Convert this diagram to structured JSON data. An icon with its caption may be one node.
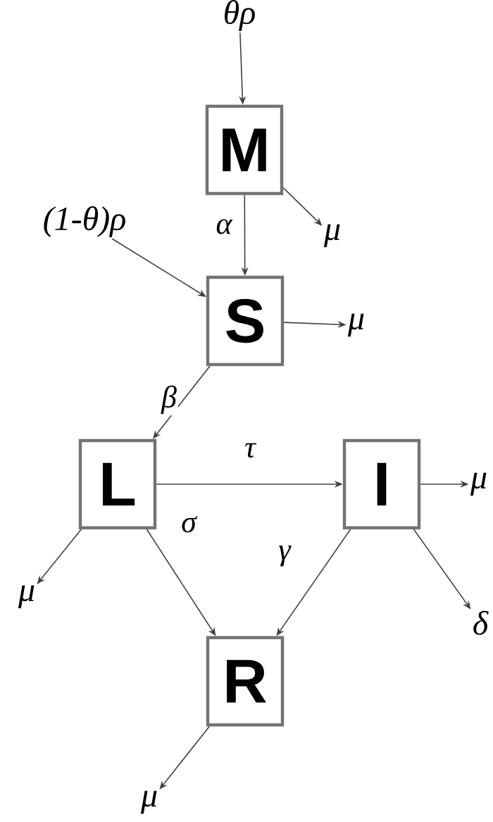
{
  "diagram": {
    "nodes": [
      {
        "text": [
          "θρ"
        ]
      },
      {
        "text": [
          "M"
        ]
      },
      {
        "text": [
          "(1-θ)ρ"
        ]
      },
      {
        "text": [
          "μ"
        ]
      },
      {
        "text": [
          "S"
        ]
      },
      {
        "text": [
          "μ"
        ]
      },
      {
        "text": [
          "L"
        ]
      },
      {
        "text": [
          "I"
        ]
      },
      {
        "text": [
          "μ"
        ]
      },
      {
        "text": [
          "μ"
        ]
      },
      {
        "text": [
          "R"
        ]
      },
      {
        "text": [
          "δ"
        ]
      },
      {
        "text": [
          "μ"
        ]
      }
    ],
    "edges": [
      {
        "from": 0,
        "to": 1,
        "arrow": "to"
      },
      {
        "from": 1,
        "to": 4,
        "arrow": "to",
        "label": "α"
      },
      {
        "from": 2,
        "to": 4,
        "arrow": "to"
      },
      {
        "from": 1,
        "to": 3,
        "arrow": "to"
      },
      {
        "from": 4,
        "to": 5,
        "arrow": "to"
      },
      {
        "from": 4,
        "to": 6,
        "arrow": "to",
        "label": "β"
      },
      {
        "from": 6,
        "to": 7,
        "arrow": "to",
        "label": "τ"
      },
      {
        "from": 6,
        "to": 9,
        "arrow": "to"
      },
      {
        "from": 6,
        "to": 10,
        "arrow": "to",
        "label": "σ"
      },
      {
        "from": 7,
        "to": 8,
        "arrow": "to"
      },
      {
        "from": 7,
        "to": 10,
        "arrow": "to",
        "label": "γ"
      },
      {
        "from": 7,
        "to": 11,
        "arrow": "to"
      },
      {
        "from": 10,
        "to": 12,
        "arrow": "to"
      }
    ]
  }
}
